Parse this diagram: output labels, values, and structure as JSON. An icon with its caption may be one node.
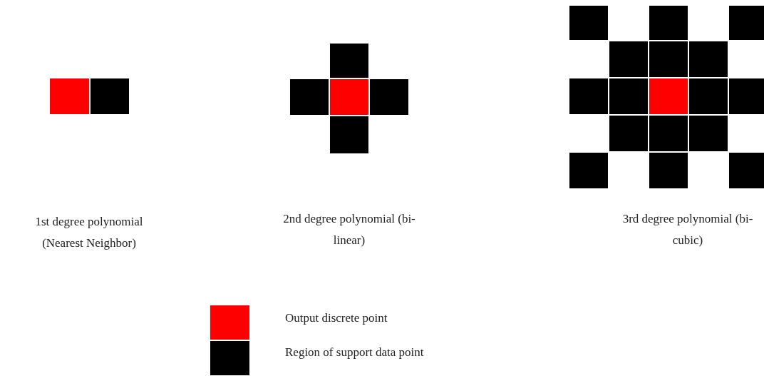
{
  "diagram": {
    "labels": [
      "1st degree polynomial (Nearest Neighbor)",
      "2nd degree polynomial (bi-linear)",
      "3rd degree polynomial (bi-cubic)"
    ],
    "legend": [
      {
        "text": "Output discrete point",
        "color": "#ff0000"
      },
      {
        "text": "Region of support data point",
        "color": "#000000"
      }
    ]
  }
}
